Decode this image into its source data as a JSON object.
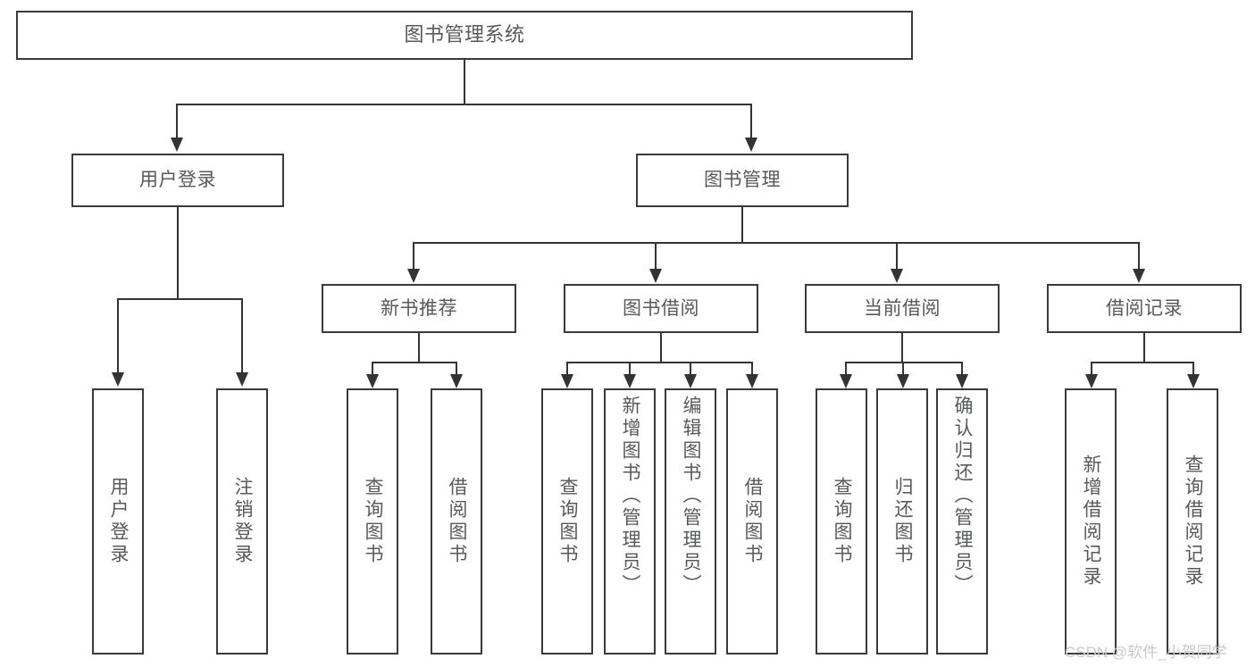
{
  "diagram": {
    "type": "tree-hierarchy-chart",
    "title": "图书管理系统",
    "root": {
      "label": "图书管理系统",
      "level": 1
    },
    "level2": [
      {
        "label": "用户登录"
      },
      {
        "label": "图书管理"
      }
    ],
    "level3": [
      {
        "label": "新书推荐",
        "parent": "图书管理"
      },
      {
        "label": "图书借阅",
        "parent": "图书管理"
      },
      {
        "label": "当前借阅",
        "parent": "图书管理"
      },
      {
        "label": "借阅记录",
        "parent": "图书管理"
      }
    ],
    "leaves": {
      "user_login": [
        {
          "label": "用户登录"
        },
        {
          "label": "注销登录"
        }
      ],
      "new_book_recommend": [
        {
          "label": "查询图书"
        },
        {
          "label": "借阅图书"
        }
      ],
      "book_borrow": [
        {
          "label": "查询图书"
        },
        {
          "label": "新增图书（管理员）"
        },
        {
          "label": "编辑图书（管理员）"
        },
        {
          "label": "借阅图书"
        }
      ],
      "current_borrow": [
        {
          "label": "查询图书"
        },
        {
          "label": "归还图书"
        },
        {
          "label": "确认归还（管理员）"
        }
      ],
      "borrow_record": [
        {
          "label": "新增借阅记录"
        },
        {
          "label": "查询借阅记录"
        }
      ]
    }
  },
  "watermark": {
    "text": "CSDN @软件_小贺同学"
  },
  "colors": {
    "box_border": "#3a3a3a",
    "connector": "#333333",
    "text": "#58595b",
    "background": "#ffffff",
    "watermark": "#c9c9c9"
  }
}
